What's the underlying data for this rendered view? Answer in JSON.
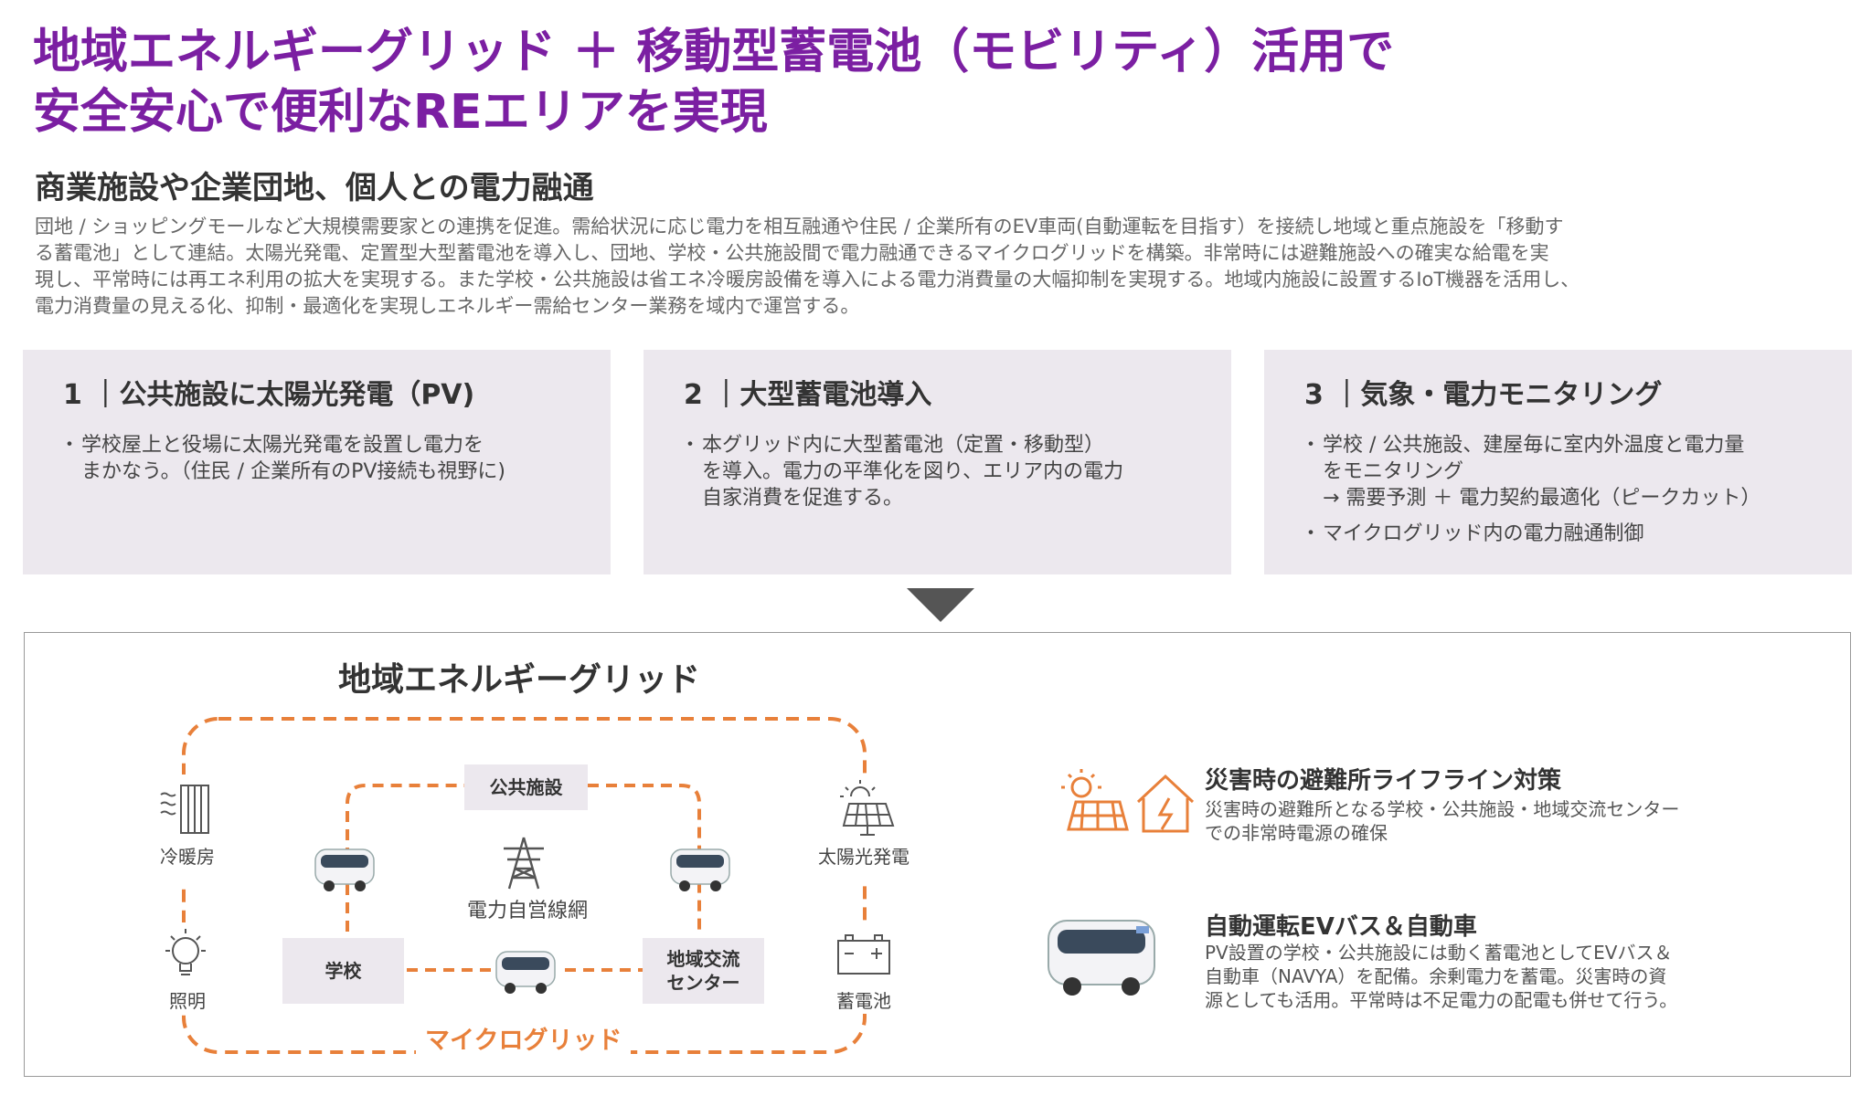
{
  "header": {
    "title_line1": "地域エネルギーグリッド ＋ 移動型蓄電池（モビリティ）活用で",
    "title_line2": "安全安心で便利なREエリアを実現"
  },
  "section": {
    "subhead": "商業施設や企業団地、個人との電力融通",
    "description_lines": [
      "団地 / ショッピングモールなど大規模需要家との連携を促進。需給状況に応じ電力を相互融通や住民 / 企業所有のEV車両(自動運転を目指す）を接続し地域と重点施設を「移動す",
      "る蓄電池」として連結。太陽光発電、定置型大型蓄電池を導入し、団地、学校・公共施設間で電力融通できるマイクログリッドを構築。非常時には避難施設への確実な給電を実",
      "現し、平常時には再エネ利用の拡大を実現する。また学校・公共施設は省エネ冷暖房設備を導入による電力消費量の大幅抑制を実現する。地域内施設に設置するIoT機器を活用し、",
      "電力消費量の見える化、抑制・最適化を実現しエネルギー需給センター業務を域内で運営する。"
    ]
  },
  "cards": [
    {
      "title": "1 ｜公共施設に太陽光発電（PV)",
      "bullets": [
        [
          "学校屋上と役場に太陽光発電を設置し電力を",
          "まかなう。（住民 / 企業所有のPV接続も視野に)"
        ]
      ]
    },
    {
      "title": "2 ｜大型蓄電池導入",
      "bullets": [
        [
          "本グリッド内に大型蓄電池（定置・移動型）",
          "を導入。電力の平準化を図り、エリア内の電力",
          "自家消費を促進する。"
        ]
      ]
    },
    {
      "title": "3 ｜気象・電力モニタリング",
      "bullets": [
        [
          "学校 / 公共施設、建屋毎に室内外温度と電力量",
          "をモニタリング",
          "→ 需要予測 ＋ 電力契約最適化（ピークカット）"
        ],
        [
          "マイクログリッド内の電力融通制御"
        ]
      ]
    }
  ],
  "diagram": {
    "title": "地域エネルギーグリッド",
    "nodes": {
      "public": "公共施設",
      "school": "学校",
      "community_line1": "地域交流",
      "community_line2": "センター",
      "power_line": "電力自営線網"
    },
    "periphery": {
      "hvac": "冷暖房",
      "lighting": "照明",
      "solar": "太陽光発電",
      "battery": "蓄電池"
    },
    "microgrid_label": "マイクログリッド",
    "colors": {
      "grid_line": "#e8803a",
      "node_fill": "#ece8ee",
      "accent_title": "#7b1fa2"
    }
  },
  "features": [
    {
      "title": "災害時の避難所ライフライン対策",
      "lines": [
        "災害時の避難所となる学校・公共施設・地域交流センター",
        "での非常時電源の確保"
      ],
      "icon": "solar-house-icon"
    },
    {
      "title": "自動運転EVバス＆自動車",
      "lines": [
        "PV設置の学校・公共施設には動く蓄電池としてEVバス＆",
        "自動車（NAVYA）を配備。余剰電力を蓄電。災害時の資",
        "源としても活用。平常時は不足電力の配電も併せて行う。"
      ],
      "icon": "ev-bus-icon"
    }
  ]
}
